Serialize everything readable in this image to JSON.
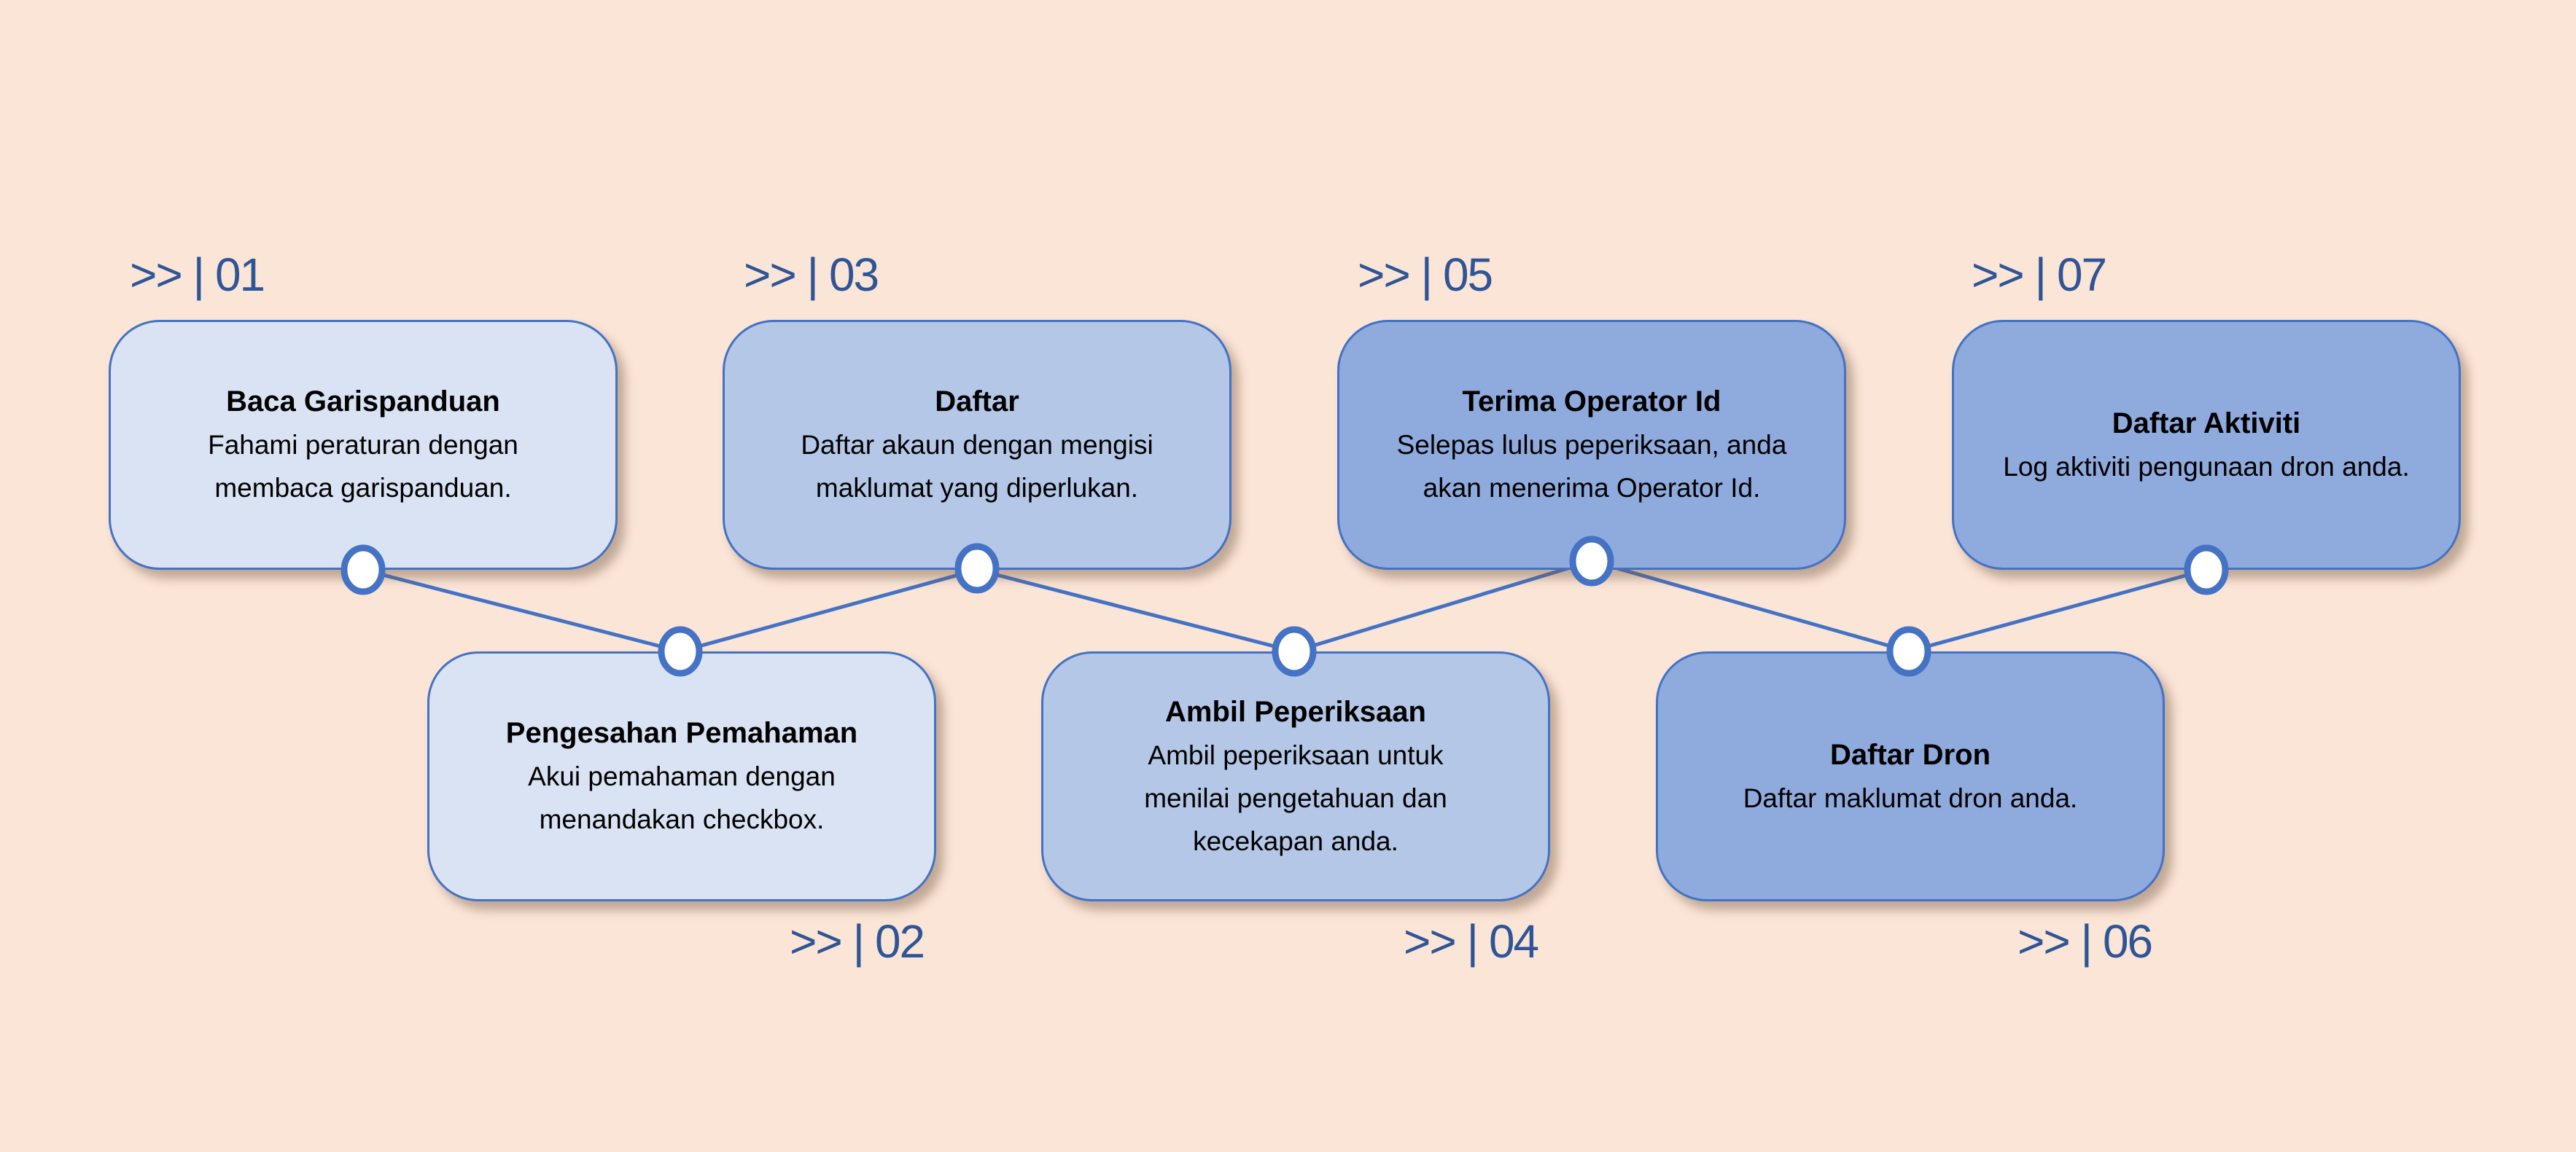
{
  "colors": {
    "background": "#FBE5D6",
    "border": "#4472C4",
    "label": "#2F5597",
    "level1": "#DAE3F3",
    "level2": "#B4C7E7",
    "level3": "#8FAADC"
  },
  "steps": [
    {
      "label": ">> | 01",
      "title": "Baca Garispanduan",
      "desc": "Fahami peraturan dengan membaca garispanduan."
    },
    {
      "label": ">> | 02",
      "title": "Pengesahan Pemahaman",
      "desc": "Akui pemahaman dengan menandakan checkbox."
    },
    {
      "label": ">> | 03",
      "title": "Daftar",
      "desc": "Daftar akaun dengan mengisi maklumat yang diperlukan."
    },
    {
      "label": ">> | 04",
      "title": "Ambil Peperiksaan",
      "desc": "Ambil peperiksaan untuk menilai pengetahuan dan kecekapan anda."
    },
    {
      "label": ">> | 05",
      "title": "Terima Operator Id",
      "desc": "Selepas lulus peperiksaan, anda akan menerima Operator Id."
    },
    {
      "label": ">> | 06",
      "title": "Daftar Dron",
      "desc": "Daftar maklumat dron anda."
    },
    {
      "label": ">> | 07",
      "title": "Daftar Aktiviti",
      "desc": "Log aktiviti pengunaan dron anda."
    }
  ]
}
